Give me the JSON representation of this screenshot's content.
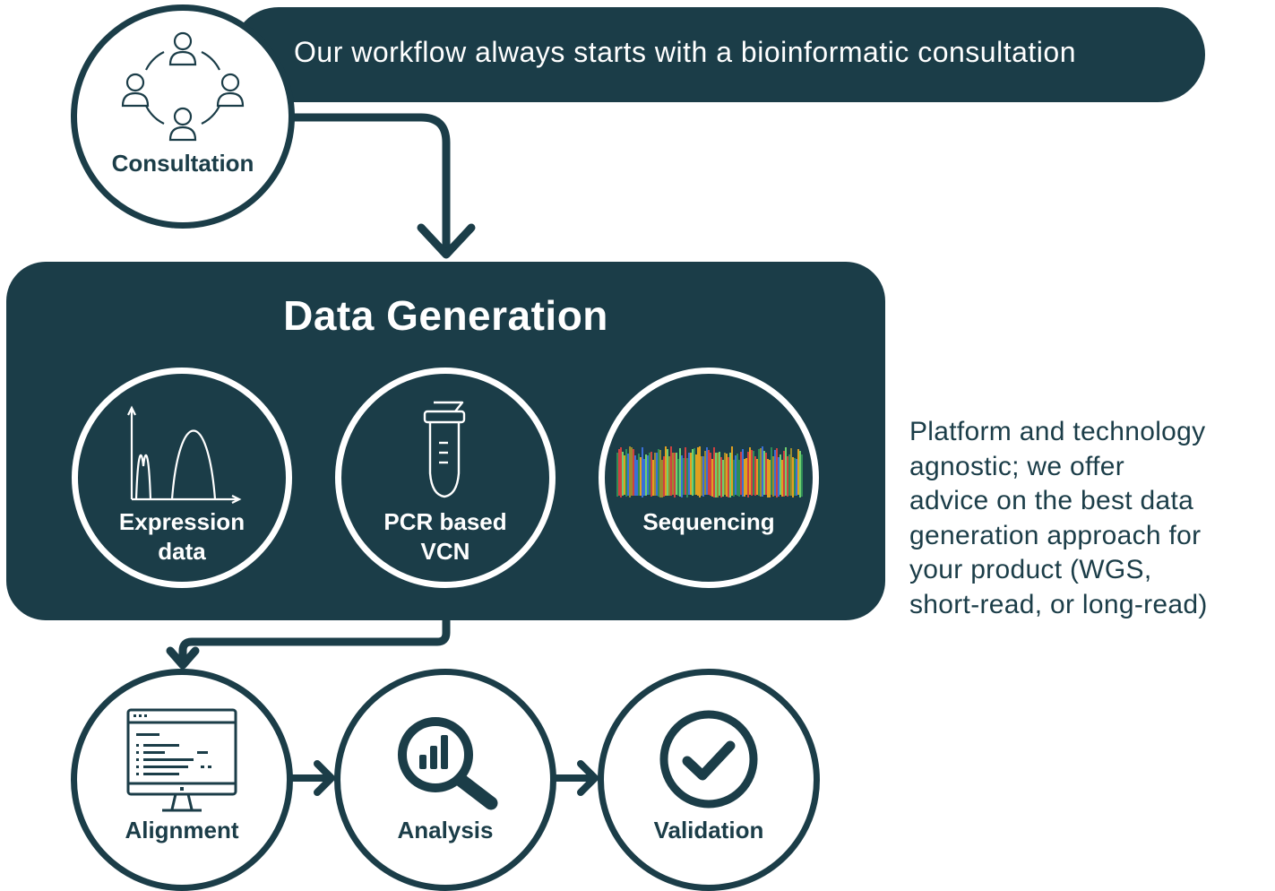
{
  "header": {
    "text": "Our workflow always starts with a bioinformatic consultation"
  },
  "consultation": {
    "label": "Consultation"
  },
  "data_generation": {
    "title": "Data Generation",
    "items": [
      {
        "label_line1": "Expression",
        "label_line2": "data",
        "icon": "expression-chart-icon"
      },
      {
        "label_line1": "PCR based",
        "label_line2": "VCN",
        "icon": "pcr-tube-icon"
      },
      {
        "label_line1": "Sequencing",
        "icon": "sequencing-trace-icon"
      }
    ]
  },
  "side_note": {
    "lines": [
      "Platform and technology",
      "agnostic; we offer",
      "advice on the best data",
      "generation approach for",
      "your product (WGS,",
      "short-read, or long-read)"
    ]
  },
  "pipeline": [
    {
      "label": "Alignment",
      "icon": "code-monitor-icon"
    },
    {
      "label": "Analysis",
      "icon": "magnifier-chart-icon"
    },
    {
      "label": "Validation",
      "icon": "checkmark-circle-icon"
    }
  ],
  "colors": {
    "primary": "#1b3d48",
    "background": "#ffffff"
  }
}
